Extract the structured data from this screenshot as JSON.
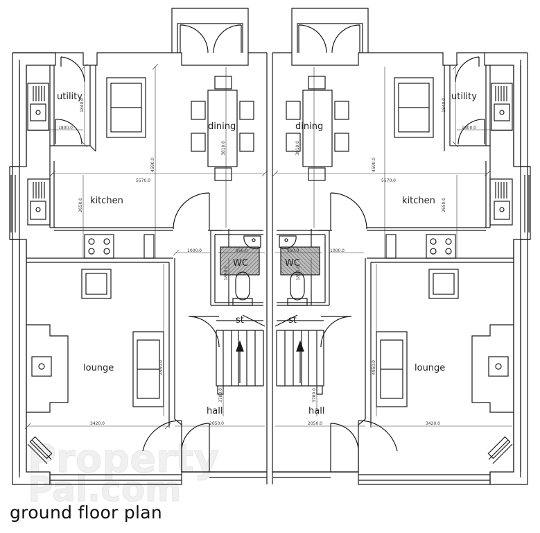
{
  "title": "ground floor plan",
  "rooms": {
    "utility": "utility",
    "dining": "dining",
    "kitchen": "kitchen",
    "wc": "WC",
    "lounge": "lounge",
    "hall": "hall",
    "stair": "st"
  },
  "dims": {
    "utility_w": "1800.0",
    "utility_h": "1840.0",
    "depth_total": "4590.0",
    "dining_h": "3810.0",
    "width_total": "5570.0",
    "kitchen_h": "2650.0",
    "hall_gap": "1000.0",
    "wc_w": "950.0",
    "wc_h": "1850.0",
    "lounge_h": "4950.0",
    "stair_h": "3780.0",
    "lounge_w": "3420.0",
    "hall_w": "2050.0"
  },
  "watermark": {
    "line1": "Property",
    "line2": "Pal.com"
  },
  "colors": {
    "line": "#1a1a1a",
    "wc_fill": "#9a9a9a",
    "watermark": "#ececec"
  }
}
